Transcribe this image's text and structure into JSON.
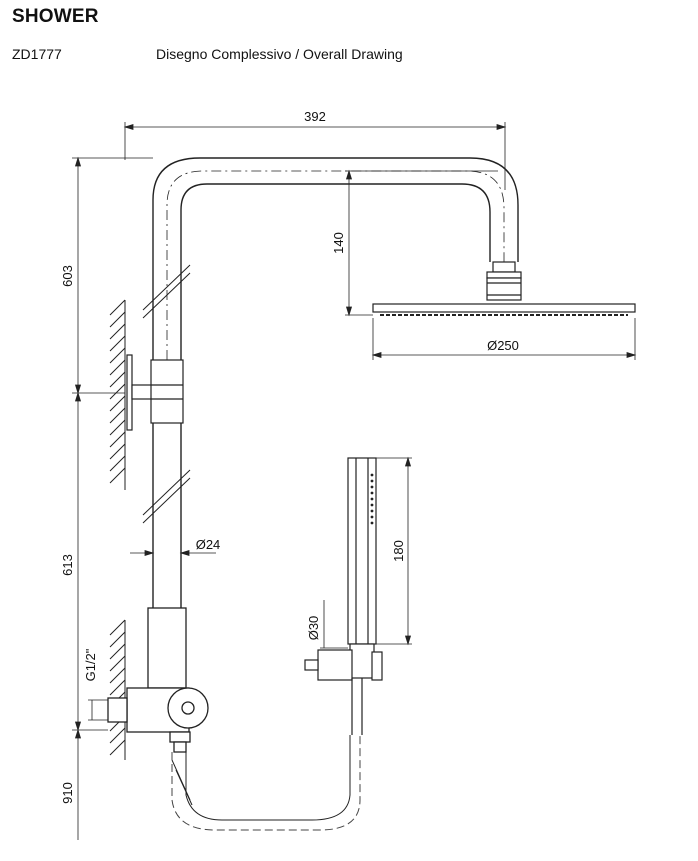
{
  "header": {
    "title": "SHOWER",
    "code": "ZD1777",
    "subtitle": "Disegno Complessivo / Overall Drawing"
  },
  "dimensions": {
    "width_total": "392",
    "head_drop": "140",
    "head_diameter": "Ø250",
    "pipe_diameter": "Ø24",
    "hand_length": "180",
    "hand_diameter": "Ø30",
    "thread": "G1/2\"",
    "height_upper": "603",
    "height_middle": "613",
    "height_lower": "910"
  }
}
